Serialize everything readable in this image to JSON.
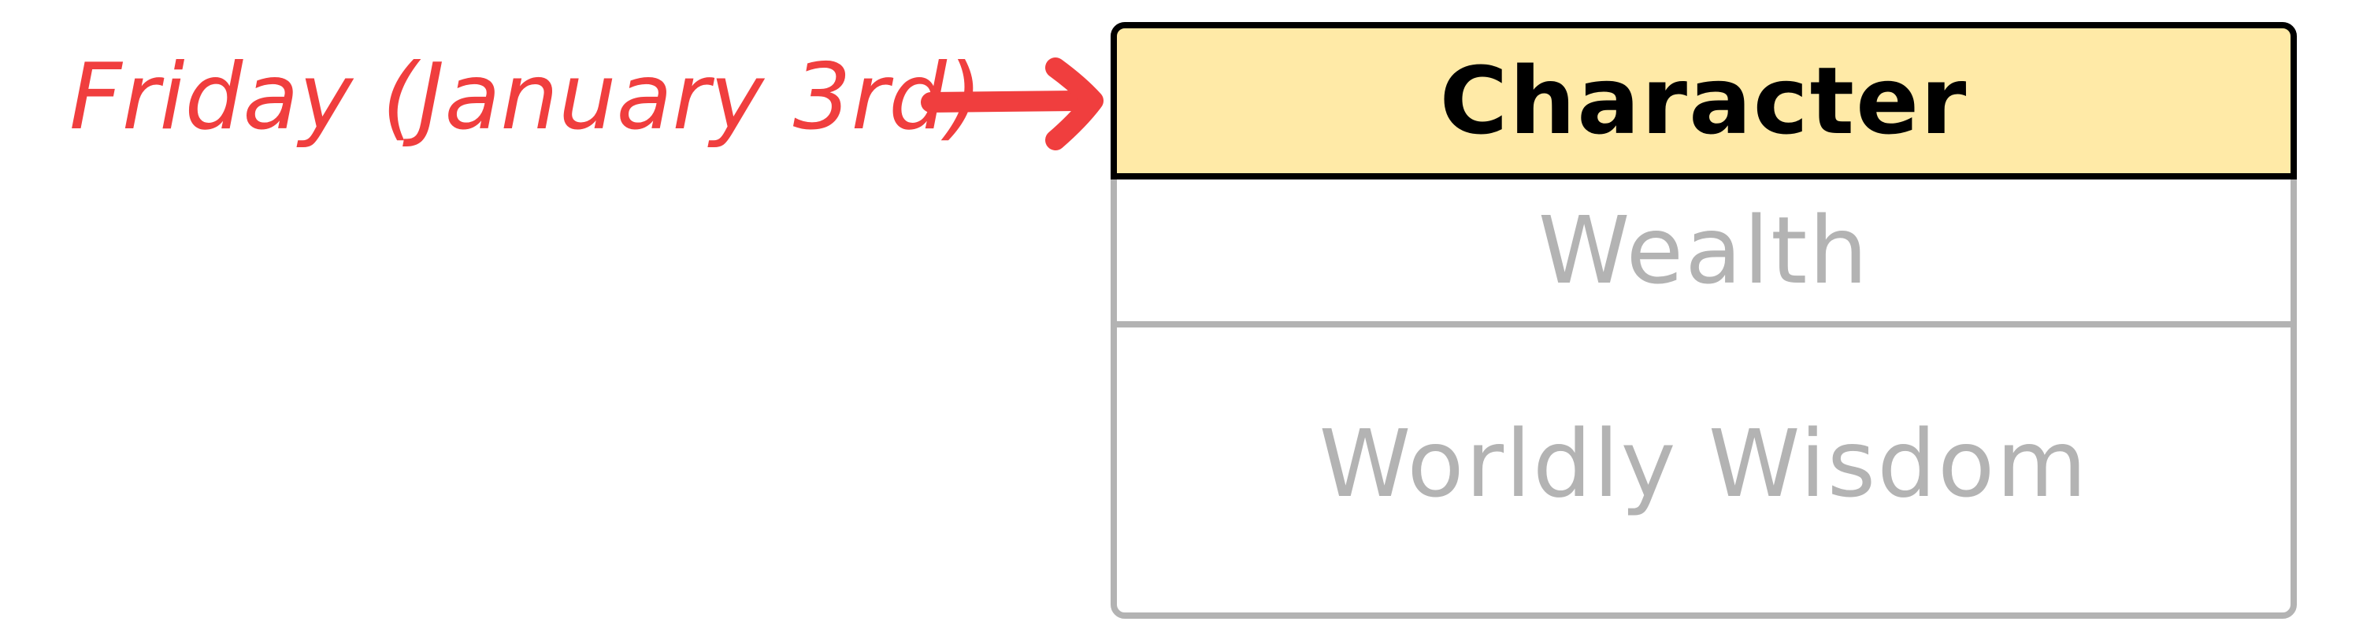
{
  "annotation": {
    "label": "Friday (January 3rd)",
    "color": "#f03e3e"
  },
  "stack": {
    "header": "Character",
    "items": [
      "Wealth",
      "Worldly Wisdom"
    ],
    "header_fill": "#ffeaa7",
    "header_border": "#000000",
    "item_color": "#b3b3b3"
  },
  "icons": {
    "arrow": "arrow-right-icon"
  }
}
